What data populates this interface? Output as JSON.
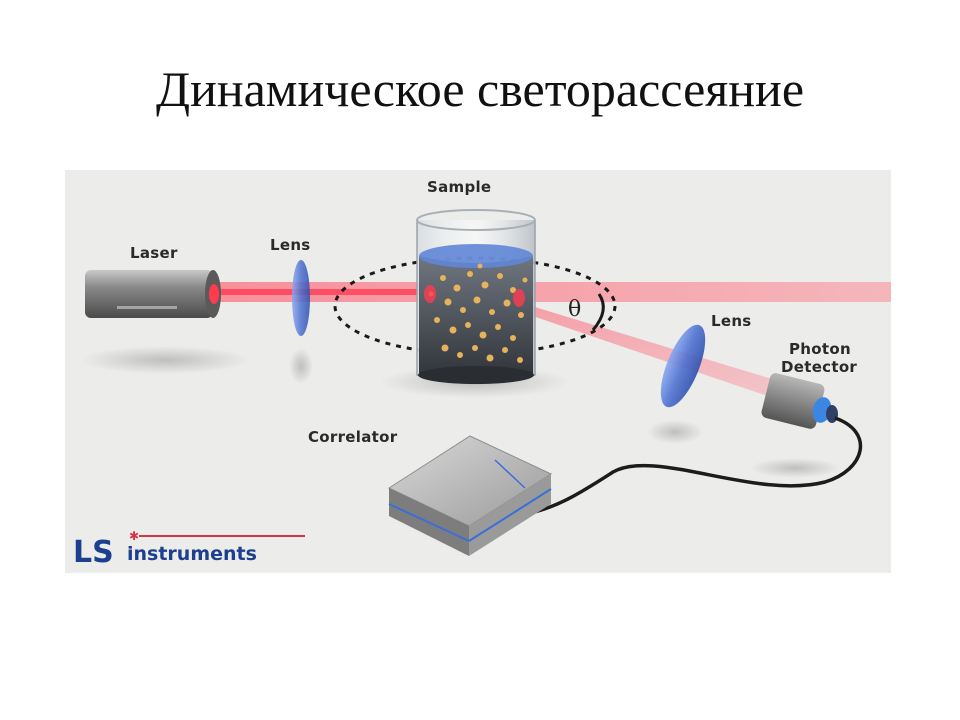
{
  "slide": {
    "title": "Динамическое светорассеяние"
  },
  "figure": {
    "labels": {
      "sample": "Sample",
      "laser": "Laser",
      "lens1": "Lens",
      "lens2": "Lens",
      "photon": "Photon",
      "detector": "Detector",
      "correlator": "Correlator",
      "angle": "θ"
    },
    "logo": {
      "ls": "LS",
      "name": "instruments"
    },
    "colors": {
      "background": "#ececea",
      "beam": "#ff5a6e",
      "lens": "#5b7fd8",
      "logo": "#1d3f8f"
    }
  }
}
